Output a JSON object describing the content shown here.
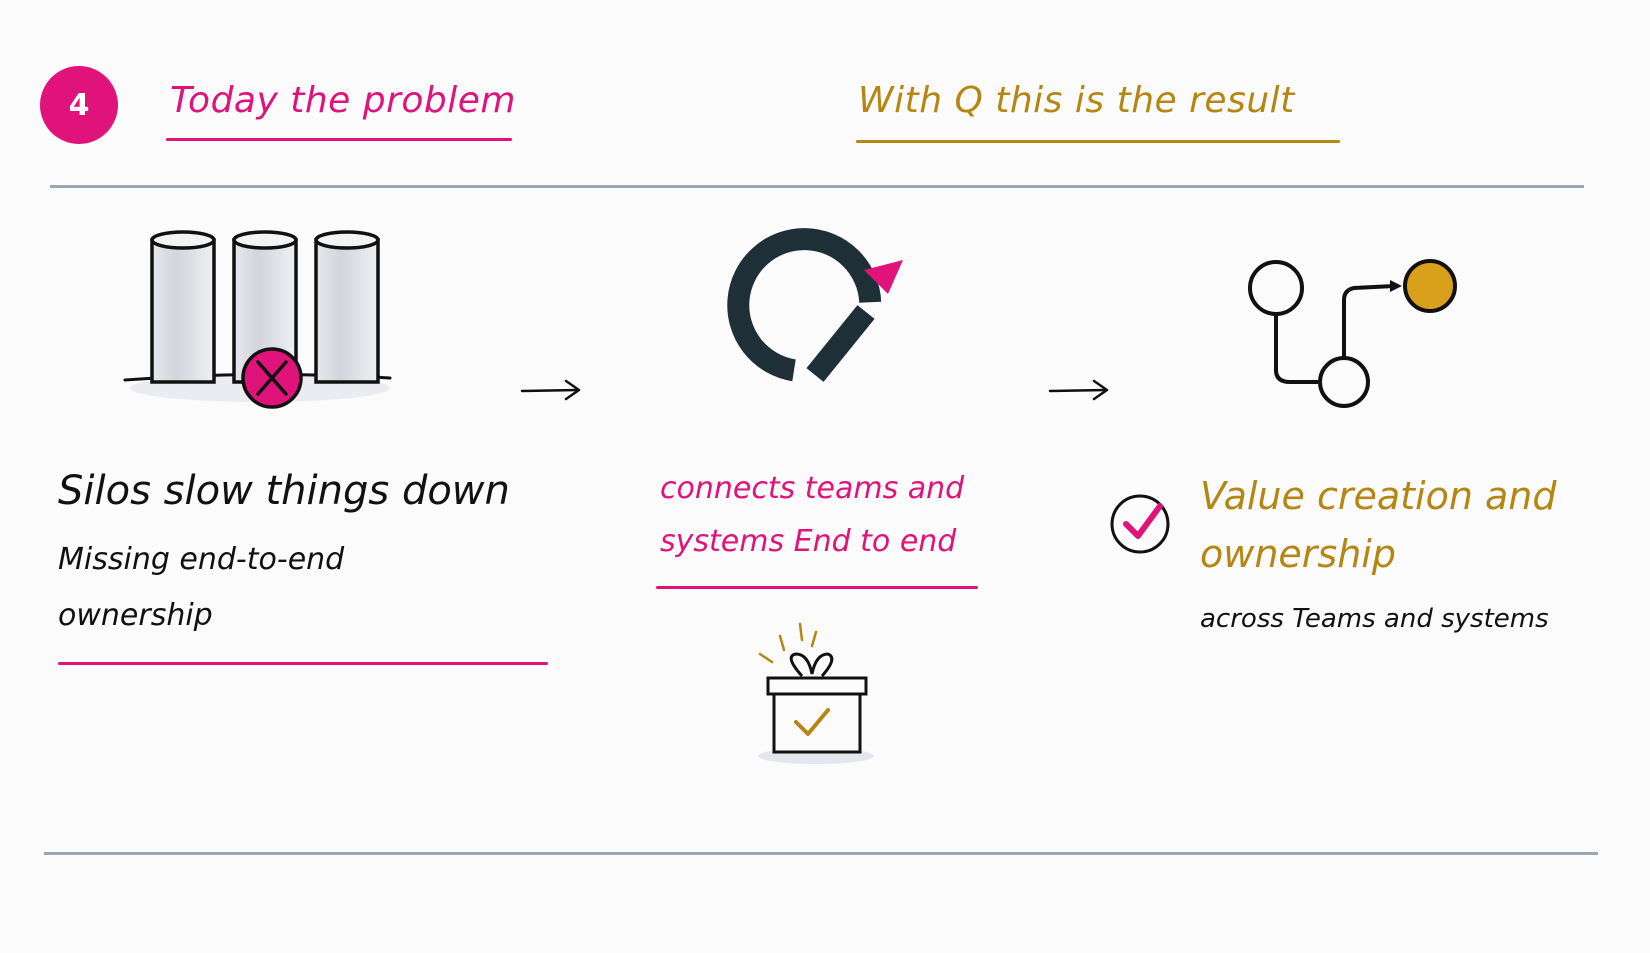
{
  "colors": {
    "magenta": "#e0137b",
    "gold": "#b58612",
    "dark": "#1f2f38",
    "rule": "#9aa6b2",
    "ink": "#111111"
  },
  "header": {
    "step_number": "4",
    "left_title": "Today the problem",
    "right_title": "With Q this is the result"
  },
  "problem": {
    "icon": "silos-blocked-icon",
    "title": "Silos slow things down",
    "subtitle_line1": "Missing end-to-end",
    "subtitle_line2": "ownership"
  },
  "solution": {
    "icon": "q-logo-icon",
    "line1": "connects teams and",
    "line2": "systems End to end",
    "gift_icon": "gift-check-icon"
  },
  "result": {
    "icon": "flow-path-icon",
    "check_icon": "check-circle-icon",
    "title_line1": "Value creation and",
    "title_line2": "ownership",
    "subtitle": "across Teams and systems"
  },
  "arrows": [
    "arrow-right-icon",
    "arrow-right-icon"
  ]
}
